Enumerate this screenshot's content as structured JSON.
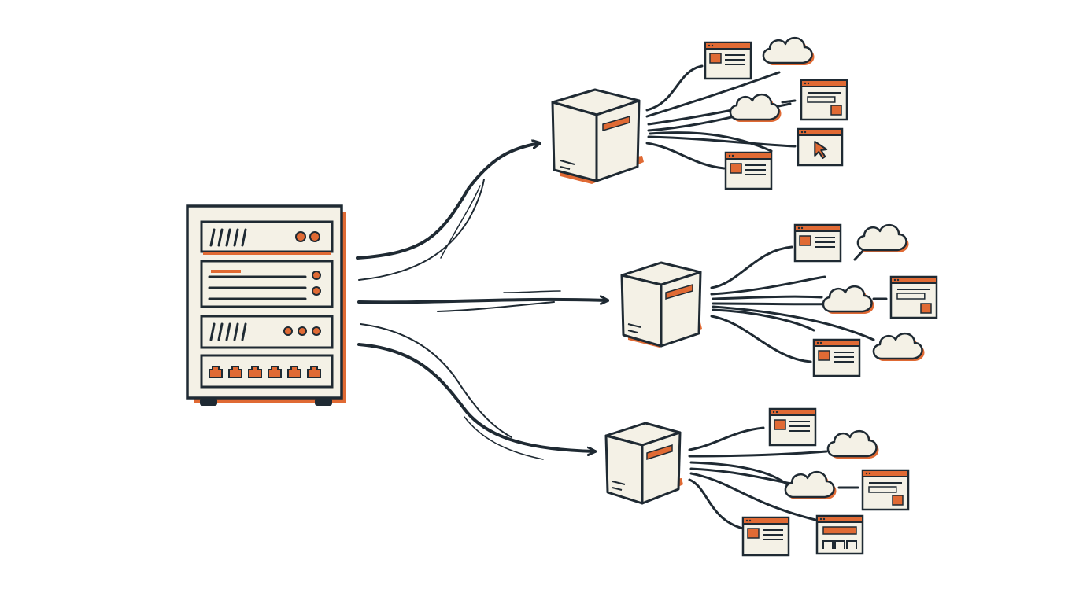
{
  "colors": {
    "ink": "#1f2a33",
    "accent": "#e06a34",
    "paper": "#f4f1e6",
    "background": "#ffffff"
  },
  "diagram": {
    "root": {
      "icon": "server-rack-icon",
      "units": 4
    },
    "branches": [
      {
        "id": "top",
        "node_icon": "box-node-icon",
        "leaves": [
          "browser-window-icon",
          "cloud-icon",
          "cloud-icon",
          "browser-window-icon",
          "cursor-window-icon",
          "browser-window-icon"
        ]
      },
      {
        "id": "middle",
        "node_icon": "box-node-icon",
        "leaves": [
          "browser-window-icon",
          "cloud-icon",
          "cloud-icon",
          "browser-window-icon",
          "browser-window-icon",
          "cloud-icon"
        ]
      },
      {
        "id": "bottom",
        "node_icon": "box-node-icon",
        "leaves": [
          "browser-window-icon",
          "cloud-icon",
          "cloud-icon",
          "browser-window-icon",
          "browser-window-icon",
          "gallery-window-icon"
        ]
      }
    ]
  }
}
